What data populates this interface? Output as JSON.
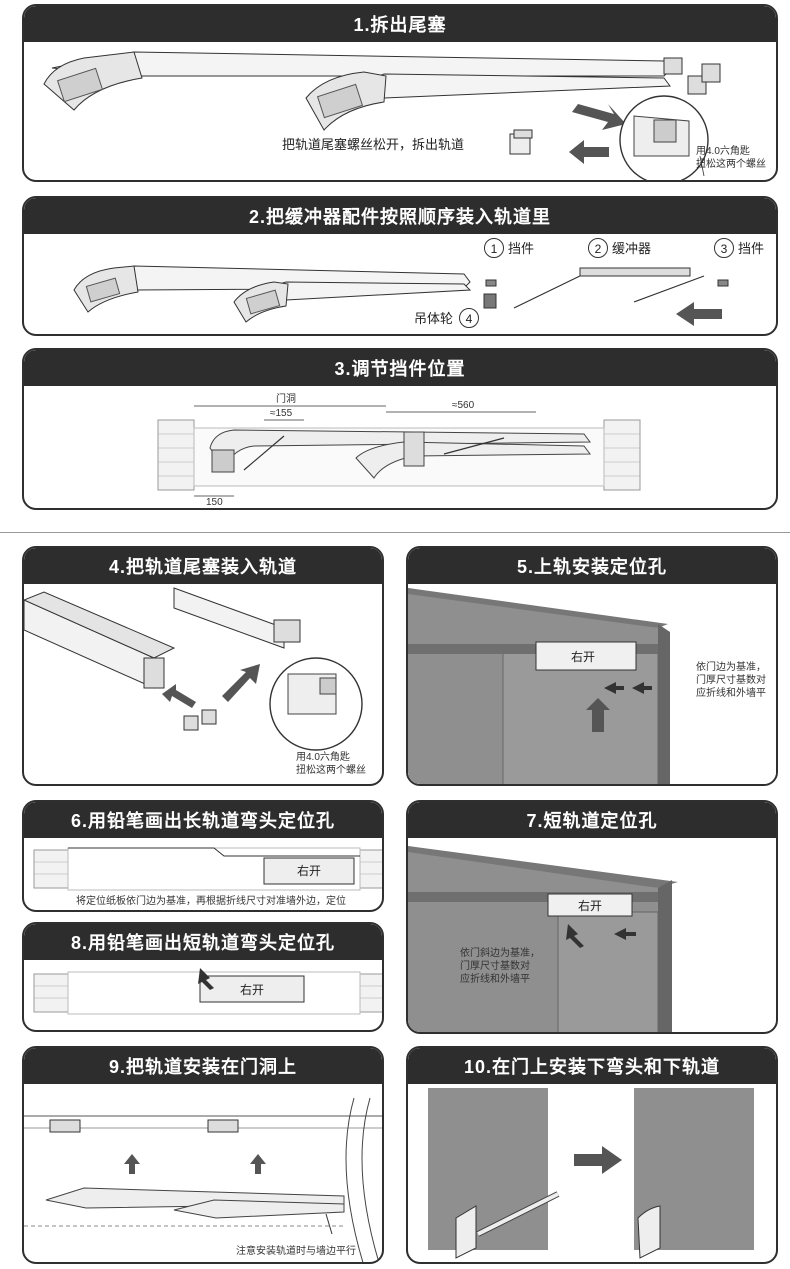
{
  "steps": {
    "s1": {
      "title": "1.拆出尾塞",
      "caption": "把轨道尾塞螺丝松开，拆出轨道",
      "note_line1": "用4.0六角匙",
      "note_line2": "扭松这两个螺丝"
    },
    "s2": {
      "title": "2.把缓冲器配件按照顺序装入轨道里",
      "parts": [
        {
          "num": "1",
          "label": "挡件"
        },
        {
          "num": "2",
          "label": "缓冲器"
        },
        {
          "num": "3",
          "label": "挡件"
        },
        {
          "num": "4",
          "label": "吊体轮"
        }
      ]
    },
    "s3": {
      "title": "3.调节挡件位置",
      "dim_door": "门洞",
      "dim_155": "≈155",
      "dim_560": "≈560",
      "dim_150": "150"
    },
    "s4": {
      "title": "4.把轨道尾塞装入轨道",
      "note_line1": "用4.0六角匙",
      "note_line2": "扭松这两个螺丝"
    },
    "s5": {
      "title": "5.上轨安装定位孔",
      "note_line1": "依门边为基准，",
      "note_line2": "门厚尺寸基数对",
      "note_line3": "应折线和外墙平",
      "plate": "右开"
    },
    "s6": {
      "title": "6.用铅笔画出长轨道弯头定位孔",
      "caption": "将定位纸板依门边为基准，再根据折线尺寸对准墙外边，定位",
      "plate": "右开"
    },
    "s7": {
      "title": "7.短轨道定位孔",
      "note_line1": "依门斜边为基准，",
      "note_line2": "门厚尺寸基数对",
      "note_line3": "应折线和外墙平",
      "plate": "右开"
    },
    "s8": {
      "title": "8.用铅笔画出短轨道弯头定位孔",
      "plate": "右开"
    },
    "s9": {
      "title": "9.把轨道安装在门洞上",
      "caption": "注意安装轨道时与墙边平行"
    },
    "s10": {
      "title": "10.在门上安装下弯头和下轨道"
    }
  },
  "colors": {
    "title_bar": "#2d2d2d",
    "arrow": "#555555",
    "wall_gray": "#8f8f8f"
  }
}
